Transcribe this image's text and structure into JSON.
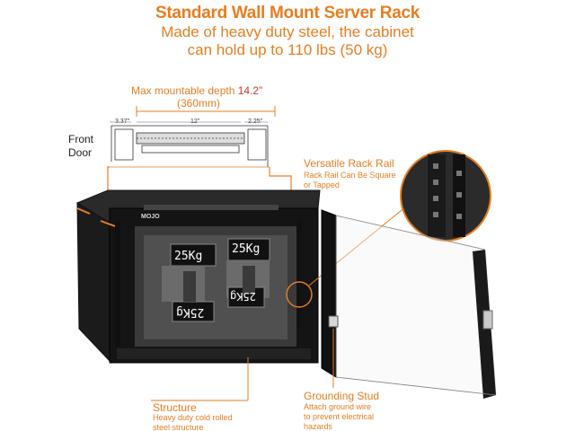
{
  "header": {
    "title": "Standard Wall Mount Server Rack",
    "subtitle_line1": "Made of heavy duty steel, the cabinet",
    "subtitle_line2": "can hold up to 110 lbs (50 kg)"
  },
  "diagram": {
    "max_depth_label": "Max mountable depth",
    "max_depth_value": "14.2”",
    "max_depth_mm": "(360mm)",
    "dim_left": "3.37”",
    "dim_mid": "12”",
    "dim_right": "2.25”",
    "front_door_line1": "Front",
    "front_door_line2": "Door"
  },
  "product": {
    "brand": "MOJO",
    "weight_label": "25Kg"
  },
  "callouts": {
    "rack_rail_title": "Versatile Rack Rail",
    "rack_rail_body_line1": "Rack Rail Can Be Square",
    "rack_rail_body_line2": "or Tapped",
    "structure_title": "Structure",
    "structure_body_line1": "Heavy duty cold rolled",
    "structure_body_line2": "steel structure",
    "grounding_title": "Grounding Stud",
    "grounding_body_line1": "Attach ground wire",
    "grounding_body_line2": "to prevent electrical",
    "grounding_body_line3": "hazards"
  },
  "colors": {
    "accent": "#e67e22",
    "depth_value": "#c0392b",
    "steel": "#1e1e1e"
  }
}
